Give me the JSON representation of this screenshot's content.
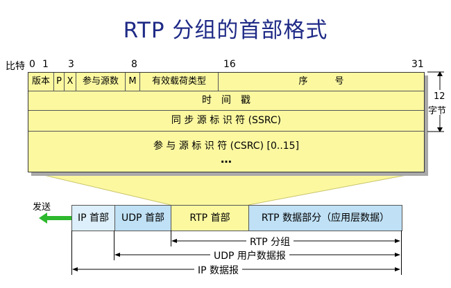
{
  "title": "RTP 分组的首部格式",
  "bits": {
    "prefix": "比特",
    "b0": "0",
    "b1": "1",
    "b3": "3",
    "b8": "8",
    "b16": "16",
    "b31": "31"
  },
  "header": {
    "row1": {
      "version": "版本",
      "p": "P",
      "x": "X",
      "cc": "参与源数",
      "m": "M",
      "pt": "有效载荷类型",
      "seq": "序　　　号"
    },
    "timestamp": "时　间　戳",
    "ssrc": "同 步 源 标 识 符 (SSRC)",
    "csrc": "参 与 源 标 识 符 (CSRC) [0..15]",
    "ellipsis": "…"
  },
  "side_label": {
    "bytes": "12",
    "unit": "字节"
  },
  "packet": {
    "send": "发送",
    "ip_header": "IP 首部",
    "udp_header": "UDP 首部",
    "rtp_header": "RTP 首部",
    "rtp_data": "RTP 数据部分（应用层数据）"
  },
  "spans": {
    "rtp_packet": "RTP 分组",
    "udp_datagram": "UDP 用户数据报",
    "ip_datagram": "IP 数据报"
  },
  "colors": {
    "title": "#1f2a86",
    "header_fill": "#fbf8a0",
    "ip_fill": "#dceffa",
    "udp_fill": "#bfe0f5",
    "rtp_header_fill": "#fbf8a0",
    "rtp_data_fill": "#bfe0f5",
    "arrow": "#2db82d"
  }
}
